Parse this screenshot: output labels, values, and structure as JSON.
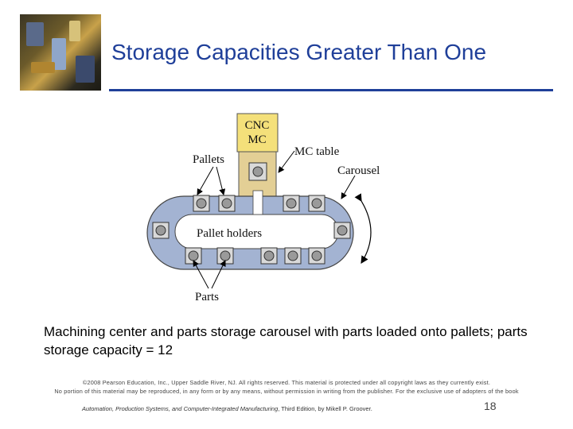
{
  "slide": {
    "title": "Storage Capacities Greater Than One",
    "caption": "Machining center and parts storage carousel with parts loaded onto pallets; parts storage capacity = 12",
    "copyright_line1": "©2008 Pearson Education, Inc., Upper Saddle River, NJ. All rights reserved. This material is protected under all copyright laws as they currently exist.",
    "copyright_line2": "No portion of this material may be reproduced, in any form or by any means, without permission in writing from the publisher. For the exclusive use of adopters of the book",
    "citation_title": "Automation, Production Systems, and Computer-Integrated Manufacturing",
    "citation_rest": ", Third Edition, by Mikell P. Groover.",
    "page_number": "18"
  },
  "diagram": {
    "labels": {
      "cnc_line1": "CNC",
      "cnc_line2": "MC",
      "mc_table": "MC table",
      "pallets": "Pallets",
      "carousel": "Carousel",
      "pallet_holders": "Pallet holders",
      "parts": "Parts"
    },
    "colors": {
      "track": "#a3b3d2",
      "machine": "#e3cf95",
      "cnc_box": "#f4e07a",
      "pallet_fill": "#d9d9d9",
      "part_fill": "#9a9a9a"
    }
  }
}
